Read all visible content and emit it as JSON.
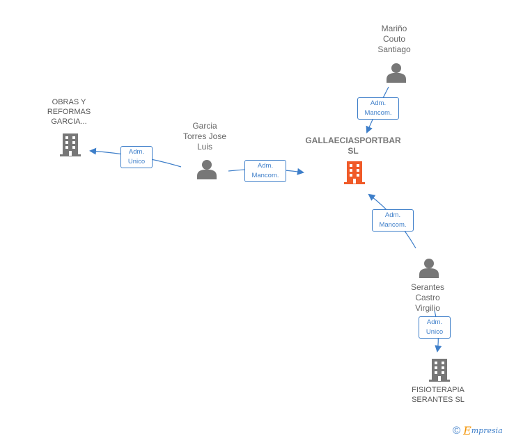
{
  "colors": {
    "edge": "#3d7ec9",
    "node_gray": "#777777",
    "main_company": "#f05a28",
    "brand_orange": "#f39200"
  },
  "nodes": {
    "obras": {
      "line1": "OBRAS Y",
      "line2": "REFORMAS",
      "line3": "GARCIA..."
    },
    "garcia": {
      "line1": "Garcia",
      "line2": "Torres Jose",
      "line3": "Luis"
    },
    "gallaecia": {
      "line1": "GALLAECIASPORTBAR",
      "line2": "SL"
    },
    "marino": {
      "line1": "Mariño",
      "line2": "Couto",
      "line3": "Santiago"
    },
    "serantes": {
      "line1": "Serantes",
      "line2": "Castro",
      "line3": "Virgilio"
    },
    "fisioterapia": {
      "line1": "FISIOTERAPIA",
      "line2": "SERANTES SL"
    }
  },
  "edges": {
    "garcia_obras": {
      "line1": "Adm.",
      "line2": "Unico"
    },
    "garcia_gallaecia": {
      "line1": "Adm.",
      "line2": "Mancom."
    },
    "marino_gallaecia": {
      "line1": "Adm.",
      "line2": "Mancom."
    },
    "serantes_gallaecia": {
      "line1": "Adm.",
      "line2": "Mancom."
    },
    "serantes_fisio": {
      "line1": "Adm.",
      "line2": "Unico"
    }
  },
  "brand": {
    "copyright": "©",
    "e": "E",
    "rest": "mpresia"
  }
}
